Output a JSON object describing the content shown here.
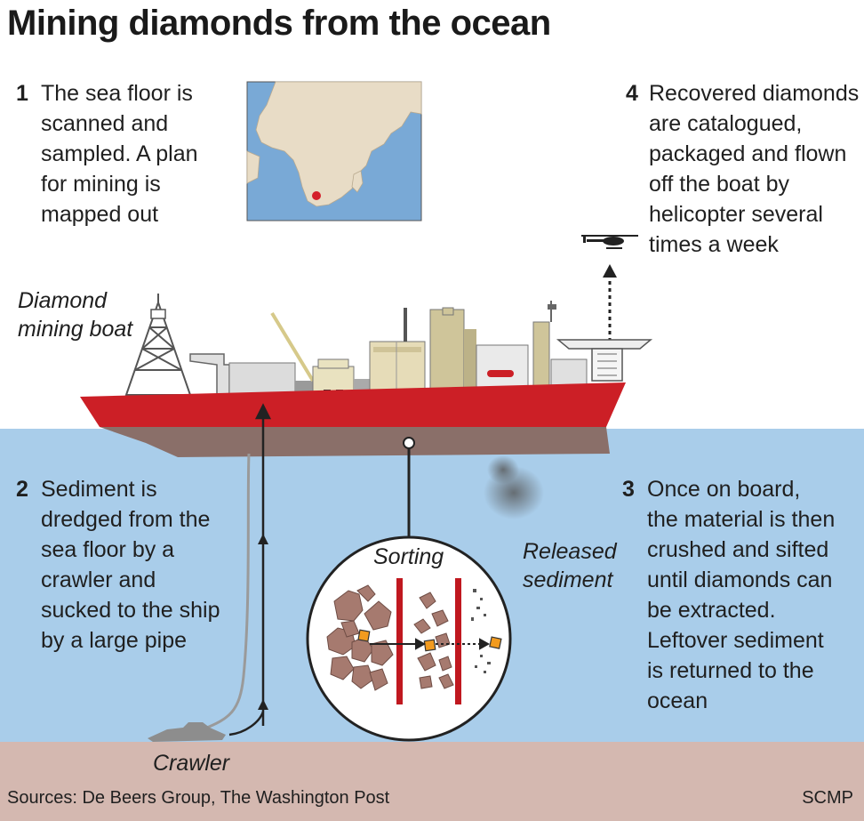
{
  "title": "Mining diamonds from the ocean",
  "steps": [
    {
      "number": "1",
      "text": "The sea floor is\nscanned and\nsampled. A plan\nfor mining is\nmapped out"
    },
    {
      "number": "2",
      "text": "Sediment is\ndredged from the\nsea floor by a\ncrawler and\nsucked to the ship\nby a large pipe"
    },
    {
      "number": "3",
      "text": "Once on board,\nthe material is then\ncrushed and sifted\nuntil diamonds can\nbe extracted.\nLeftover sediment\nis returned to the\nocean"
    },
    {
      "number": "4",
      "text": "Recovered diamonds\nare catalogued,\npackaged and flown\noff the boat by\nhelicopter several\ntimes a week"
    }
  ],
  "labels": {
    "boat": "Diamond\nmining boat",
    "sorting": "Sorting",
    "released": "Released\nsediment",
    "crawler": "Crawler"
  },
  "footer": {
    "sources": "Sources: De Beers Group, The Washington Post",
    "credit": "SCMP"
  },
  "colors": {
    "ocean": "#a9cdea",
    "seabed": "#d4b8b0",
    "hull": "#cc1f26",
    "hull_bottom": "#8a6f69",
    "sieve": "#c0181f",
    "diamond": "#f29b1f",
    "map_water": "#79a9d6",
    "map_land": "#e8dcc6",
    "location_marker": "#d41f2a"
  },
  "icons": [
    "helicopter-icon",
    "location-marker-icon",
    "diamond-icon",
    "crawler-icon"
  ]
}
